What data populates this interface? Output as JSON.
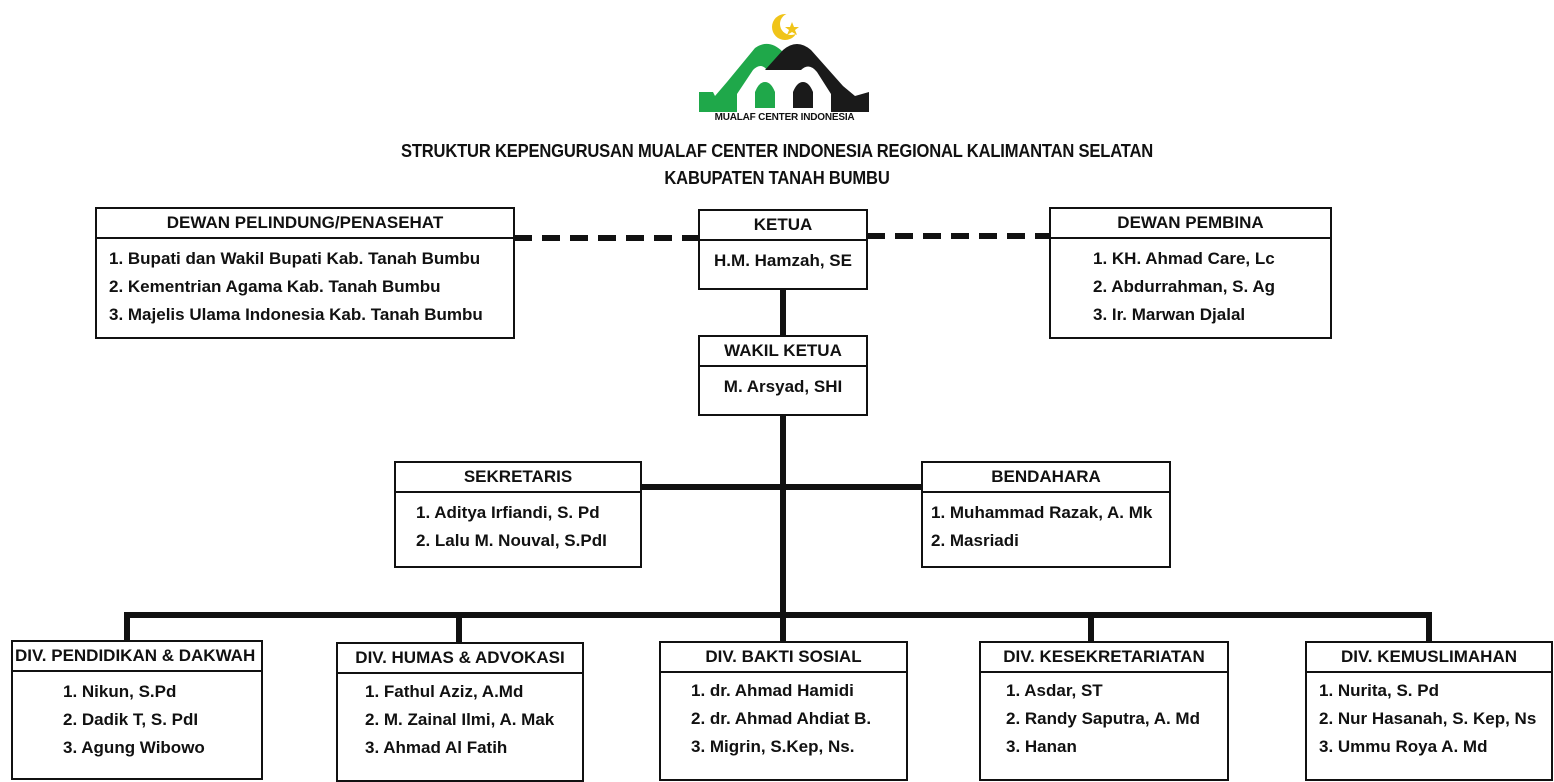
{
  "logo": {
    "text": "MUALAF CENTER INDONESIA",
    "colors": {
      "green": "#1fa84a",
      "black": "#1a1a1a",
      "gold": "#f0c419"
    }
  },
  "title": {
    "line1": "STRUKTUR KEPENGURUSAN MUALAF CENTER INDONESIA REGIONAL KALIMANTAN SELATAN",
    "line2": "KABUPATEN TANAH BUMBU"
  },
  "boxes": {
    "pelindung": {
      "title": "DEWAN PELINDUNG/PENASEHAT",
      "members": [
        "1. Bupati dan Wakil Bupati Kab. Tanah Bumbu",
        "2. Kementrian Agama Kab. Tanah Bumbu",
        "3. Majelis Ulama Indonesia Kab. Tanah Bumbu"
      ]
    },
    "ketua": {
      "title": "KETUA",
      "members": [
        "H.M. Hamzah, SE"
      ]
    },
    "pembina": {
      "title": "DEWAN PEMBINA",
      "members": [
        "1. KH. Ahmad Care, Lc",
        "2. Abdurrahman, S. Ag",
        "3. Ir. Marwan Djalal"
      ]
    },
    "wakil": {
      "title": "WAKIL KETUA",
      "members": [
        "M. Arsyad,  SHI"
      ]
    },
    "sekretaris": {
      "title": "SEKRETARIS",
      "members": [
        "1. Aditya Irfiandi, S. Pd",
        "2. Lalu M. Nouval, S.PdI"
      ]
    },
    "bendahara": {
      "title": "BENDAHARA",
      "members": [
        "1. Muhammad Razak, A. Mk",
        "2. Masriadi"
      ]
    },
    "div1": {
      "title": "DIV. PENDIDIKAN & DAKWAH",
      "members": [
        "1. Nikun, S.Pd",
        "2. Dadik T, S. PdI",
        "3. Agung Wibowo"
      ]
    },
    "div2": {
      "title": "DIV. HUMAS & ADVOKASI",
      "members": [
        "1. Fathul Aziz, A.Md",
        "2. M. Zainal Ilmi, A. Mak",
        "3. Ahmad Al Fatih"
      ]
    },
    "div3": {
      "title": "DIV. BAKTI SOSIAL",
      "members": [
        "1. dr. Ahmad Hamidi",
        "2. dr. Ahmad Ahdiat B.",
        "3. Migrin, S.Kep, Ns."
      ]
    },
    "div4": {
      "title": "DIV. KESEKRETARIATAN",
      "members": [
        "1. Asdar, ST",
        "2. Randy Saputra, A. Md",
        "3. Hanan"
      ]
    },
    "div5": {
      "title": "DIV. KEMUSLIMAHAN",
      "members": [
        "1. Nurita, S. Pd",
        "2. Nur Hasanah, S. Kep, Ns",
        "3. Ummu Roya A. Md"
      ]
    }
  }
}
